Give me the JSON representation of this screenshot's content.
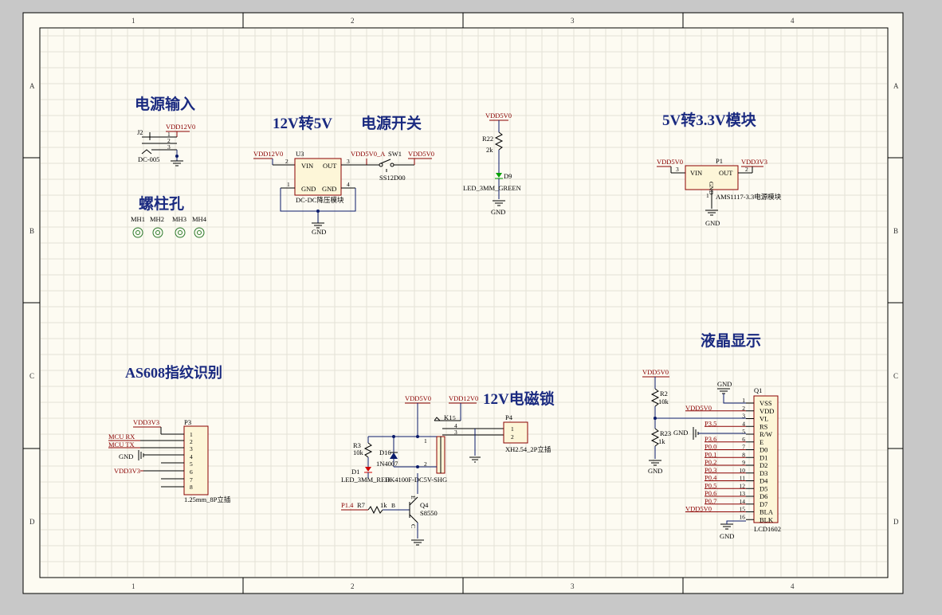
{
  "frame": {
    "col_labels": [
      "1",
      "2",
      "3",
      "4"
    ],
    "row_labels": [
      "A",
      "B",
      "C",
      "D"
    ]
  },
  "titles": {
    "power_input": "电源输入",
    "buck_12v_5v": "12V转5V",
    "power_switch": "电源开关",
    "ldo_5v_33v": "5V转3.3V模块",
    "mount_holes": "螺柱孔",
    "fingerprint": "AS608指纹识别",
    "solenoid": "12V电磁锁",
    "lcd": "液晶显示"
  },
  "power_input": {
    "designator": "J2",
    "net": "VDD12V0",
    "pins": [
      "1",
      "2",
      "3"
    ],
    "comment": "DC-005"
  },
  "buck": {
    "designator": "U3",
    "in_net": "VDD12V0",
    "pin_vin": "VIN",
    "pin_out": "OUT",
    "pin_gnd1": "GND",
    "pin_gnd2": "GND",
    "pin_nums": [
      "2",
      "3",
      "1",
      "4"
    ],
    "comment": "DC-DC降压模块",
    "gnd": "GND"
  },
  "switch": {
    "net_left": "VDD5V0_A",
    "designator": "SW1",
    "net_right": "VDD5V0",
    "comment": "SS12D00"
  },
  "led_green": {
    "net": "VDD5V0",
    "r_designator": "R22",
    "r_value": "2k",
    "d_designator": "D9",
    "comment": "LED_3MM_GREEN",
    "gnd": "GND"
  },
  "ldo": {
    "in_net": "VDD5V0",
    "designator": "P1",
    "out_net": "VDD3V3",
    "pin_vin": "VIN",
    "pin_out": "OUT",
    "pin_gnd": "GND",
    "pin_nums": [
      "3",
      "2",
      "1"
    ],
    "comment": "AMS1117-3.3电源模块",
    "gnd": "GND"
  },
  "holes": [
    "MH1",
    "MH2",
    "MH3",
    "MH4"
  ],
  "fingerprint": {
    "designator": "P3",
    "nets": [
      "VDD3V3",
      "MCU RX",
      "MCU TX",
      "GND",
      "VDD3V3"
    ],
    "pins": [
      "1",
      "2",
      "3",
      "4",
      "5",
      "6",
      "7",
      "8"
    ],
    "comment": "1.25mm_8P立插"
  },
  "solenoid": {
    "vcc": "VDD5V0",
    "v12": "VDD12V0",
    "r3": "R3",
    "r3_value": "10k",
    "d16": "D16",
    "d16_comment": "1N4007",
    "d1": "D1",
    "d1_comment": "LED_3MM_RED",
    "relay": "K1",
    "relay_comment": "HK4100F-DC5V-SHG",
    "relay_pins": [
      "5",
      "4",
      "3",
      "1",
      "2"
    ],
    "conn": "P4",
    "conn_pins": [
      "1",
      "2"
    ],
    "conn_comment": "XH2.54_2P立插",
    "net_in": "P1.4",
    "r7": "R7",
    "r7_value": "1k",
    "q4": "Q4",
    "q4_comment": "S8550",
    "q_pins": [
      "B",
      "E",
      "C"
    ]
  },
  "lcd": {
    "vcc": "VDD5V0",
    "r2": "R2",
    "r2_value": "10k",
    "r23": "R23",
    "r23_value": "1k",
    "gnd": "GND",
    "designator": "Q1",
    "comment": "LCD1602",
    "pin_nums": [
      "1",
      "2",
      "3",
      "4",
      "5",
      "6",
      "7",
      "8",
      "9",
      "10",
      "11",
      "12",
      "13",
      "14",
      "15",
      "16"
    ],
    "pin_names": [
      "VSS",
      "VDD",
      "VL",
      "RS",
      "R/W",
      "E",
      "D0",
      "D1",
      "D2",
      "D3",
      "D4",
      "D5",
      "D6",
      "D7",
      "BLA",
      "BLK"
    ],
    "nets": [
      "VDD5V0",
      "P3.5",
      "P3.6",
      "P0.0",
      "P0.1",
      "P0.2",
      "P0.3",
      "P0.4",
      "P0.5",
      "P0.6",
      "P0.7",
      "VDD5V0"
    ]
  }
}
